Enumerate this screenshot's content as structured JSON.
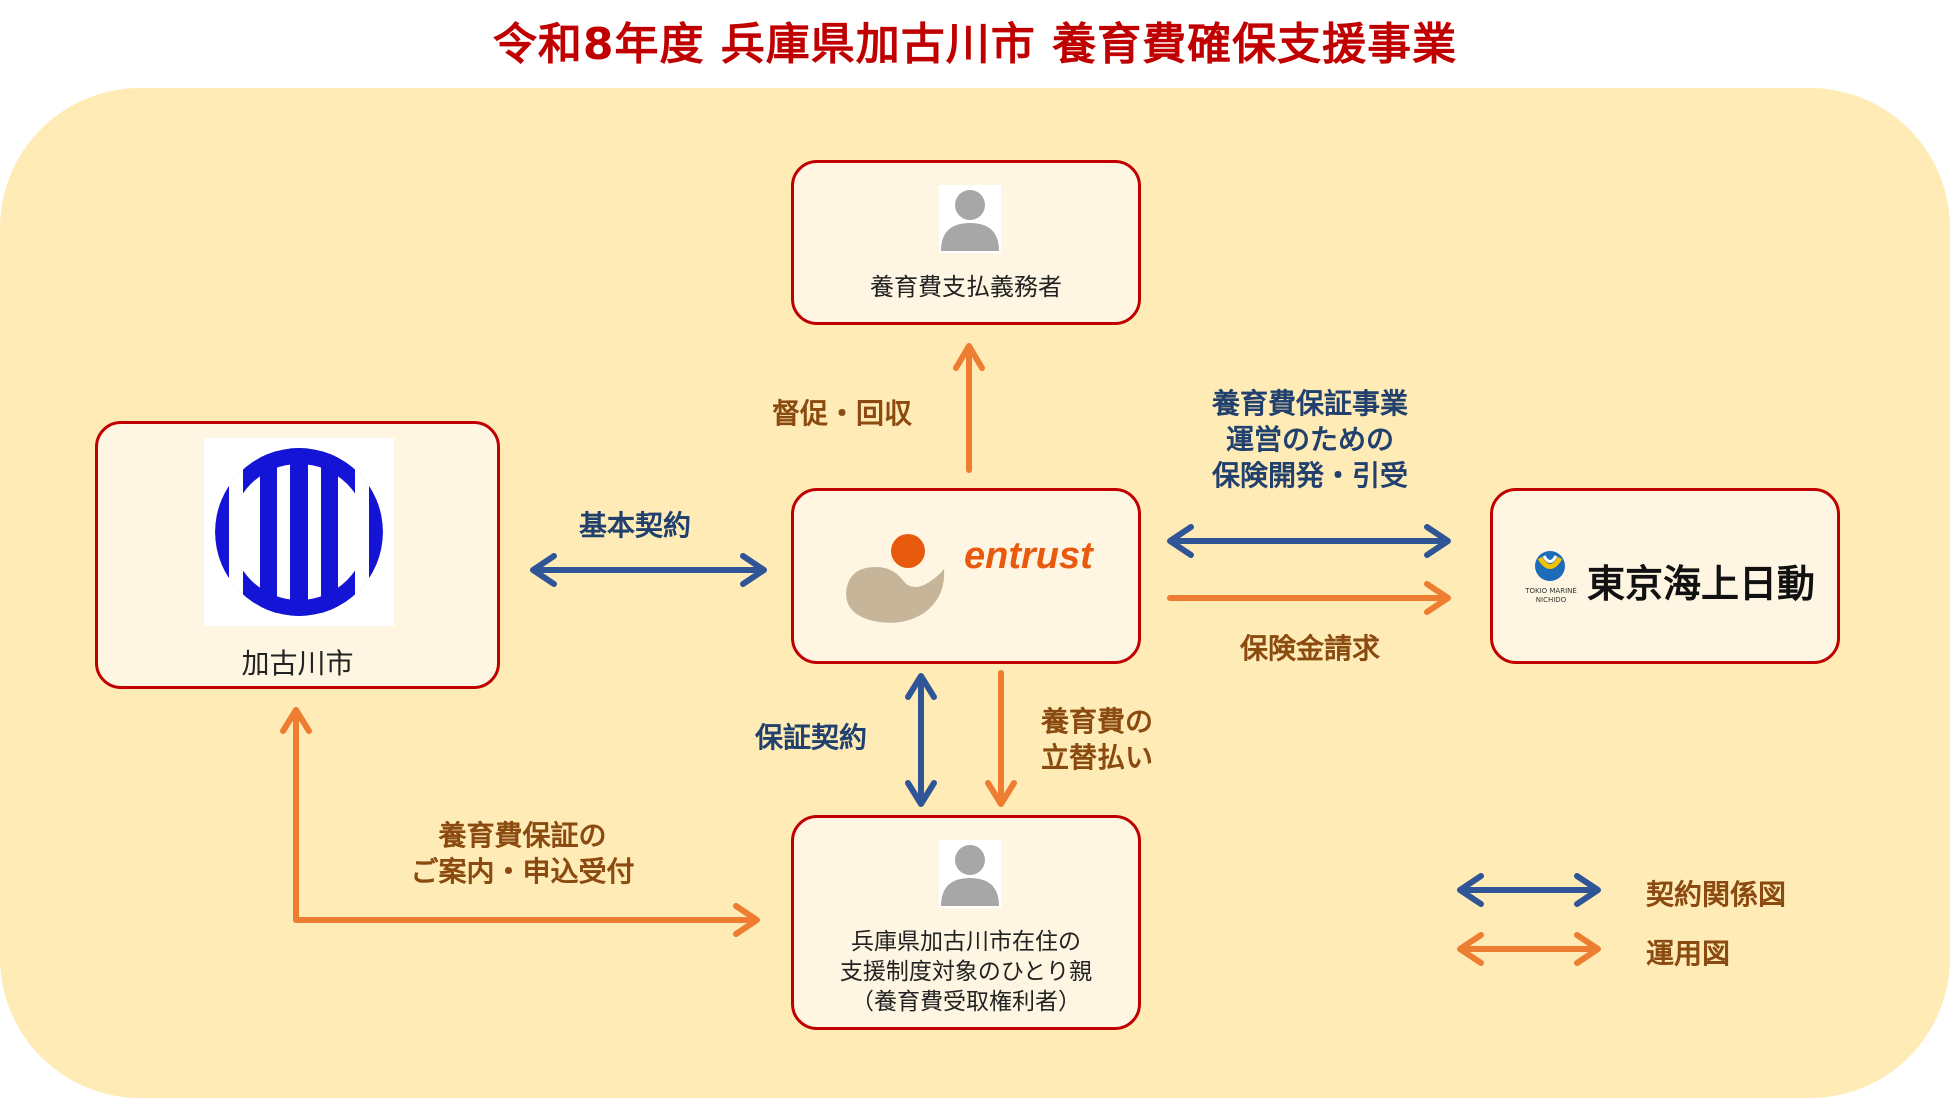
{
  "title": "令和8年度 兵庫県加古川市 養育費確保支援事業",
  "nodes": {
    "obligor": "養育費支払義務者",
    "city": "加古川市",
    "entrust_logo": "entrust",
    "insurer_small": [
      "TOKIO MARINE",
      "NICHIDO"
    ],
    "insurer": "東京海上日動",
    "parent_line1": "兵庫県加古川市在住の",
    "parent_line2": "支援制度対象のひとり親",
    "parent_line3": "（養育費受取権利者）"
  },
  "edges": {
    "collect": "督促・回収",
    "basic_contract": "基本契約",
    "insurance_line1": "養育費保証事業",
    "insurance_line2": "運営のための",
    "insurance_line3": "保険開発・引受",
    "claim": "保険金請求",
    "guarantee_contract": "保証契約",
    "advance_line1": "養育費の",
    "advance_line2": "立替払い",
    "guide_line1": "養育費保証の",
    "guide_line2": "ご案内・申込受付"
  },
  "legend": {
    "contract": "契約関係図",
    "operation": "運用図"
  },
  "colors": {
    "title": "#c00000",
    "background": "#feebb6",
    "box_border": "#c00000",
    "contract_arrow": "#2f5597",
    "operation_arrow": "#ed7d31"
  }
}
